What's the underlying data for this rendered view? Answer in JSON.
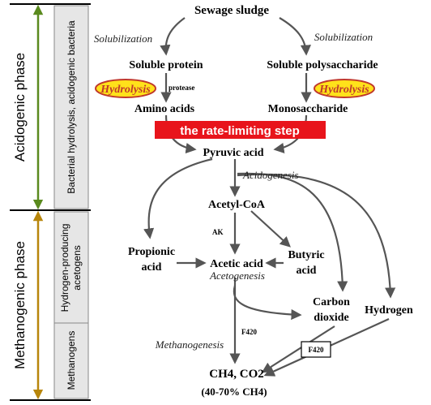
{
  "phases": {
    "acidogenic": "Acidogenic  phase",
    "methanogenic": "Methanogenic  phase"
  },
  "bacteria": {
    "acidogenic_bacteria": "Bacterial hydrolysis, acidogenic bacteria",
    "acetogens_line1": "Hydrogen-producing",
    "acetogens_line2": "acetogens",
    "methanogens": "Methanogens"
  },
  "nodes": {
    "sewage_sludge": "Sewage sludge",
    "soluble_protein": "Soluble protein",
    "soluble_polysaccharide": "Soluble polysaccharide",
    "amino_acids": "Amino acids",
    "monosaccharide": "Monosaccharide",
    "pyruvic_acid": "Pyruvic acid",
    "acetyl_coa": "Acetyl-CoA",
    "propionic_line1": "Propionic",
    "propionic_line2": "acid",
    "acetic_acid": "Acetic acid",
    "butyric_line1": "Butyric",
    "butyric_line2": "acid",
    "carbon_line1": "Carbon",
    "carbon_line2": "dioxide",
    "hydrogen": "Hydrogen",
    "ch4_co2": "CH4, CO2",
    "ch4_pct": "(40-70% CH4)"
  },
  "labels": {
    "solubilization_left": "Solubilization",
    "solubilization_right": "Solubilization",
    "hydrolysis_left": "Hydrolysis",
    "hydrolysis_right": "Hydrolysis",
    "protease": "protease",
    "rate_limiting": "the rate-limiting step",
    "acidogenesis": "Acidogenesis",
    "ak": "AK",
    "acetogenesis": "Acetogenesis",
    "f420_a": "F420",
    "f420_b": "F420",
    "methanogenesis": "Methanogenesis"
  },
  "colors": {
    "acidogenic_arrow": "#5a8a1e",
    "methanogenic_arrow": "#b8860b",
    "hydrolysis_fill": "#ffe21a",
    "hydrolysis_border": "#c0392b",
    "hydrolysis_text": "#c0392b",
    "rate_box": "#e8141b"
  }
}
